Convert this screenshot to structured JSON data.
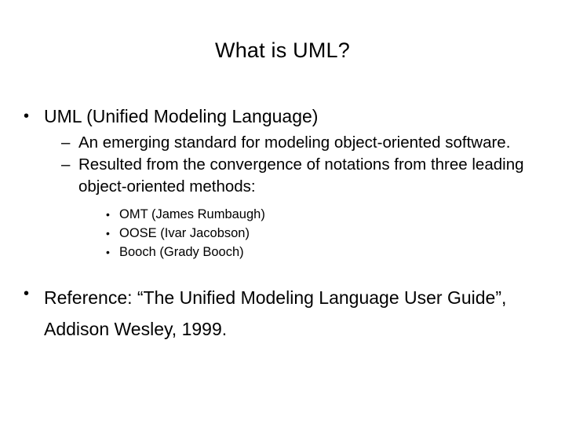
{
  "slide": {
    "title": "What is UML?",
    "bullets": {
      "level1_a": "UML (Unified Modeling Language)",
      "level2_a": "An emerging standard for modeling object-oriented software.",
      "level2_b": "Resulted from the convergence of notations from three leading object-oriented methods:",
      "level3_a": "OMT  (James Rumbaugh)",
      "level3_b": "OOSE (Ivar Jacobson)",
      "level3_c": "Booch (Grady Booch)",
      "level1_b": "Reference: “The Unified Modeling Language User Guide”, Addison Wesley, 1999."
    },
    "glyphs": {
      "round_bullet": "•",
      "dash_bullet": "–"
    },
    "colors": {
      "text": "#000000",
      "background": "#ffffff"
    }
  }
}
